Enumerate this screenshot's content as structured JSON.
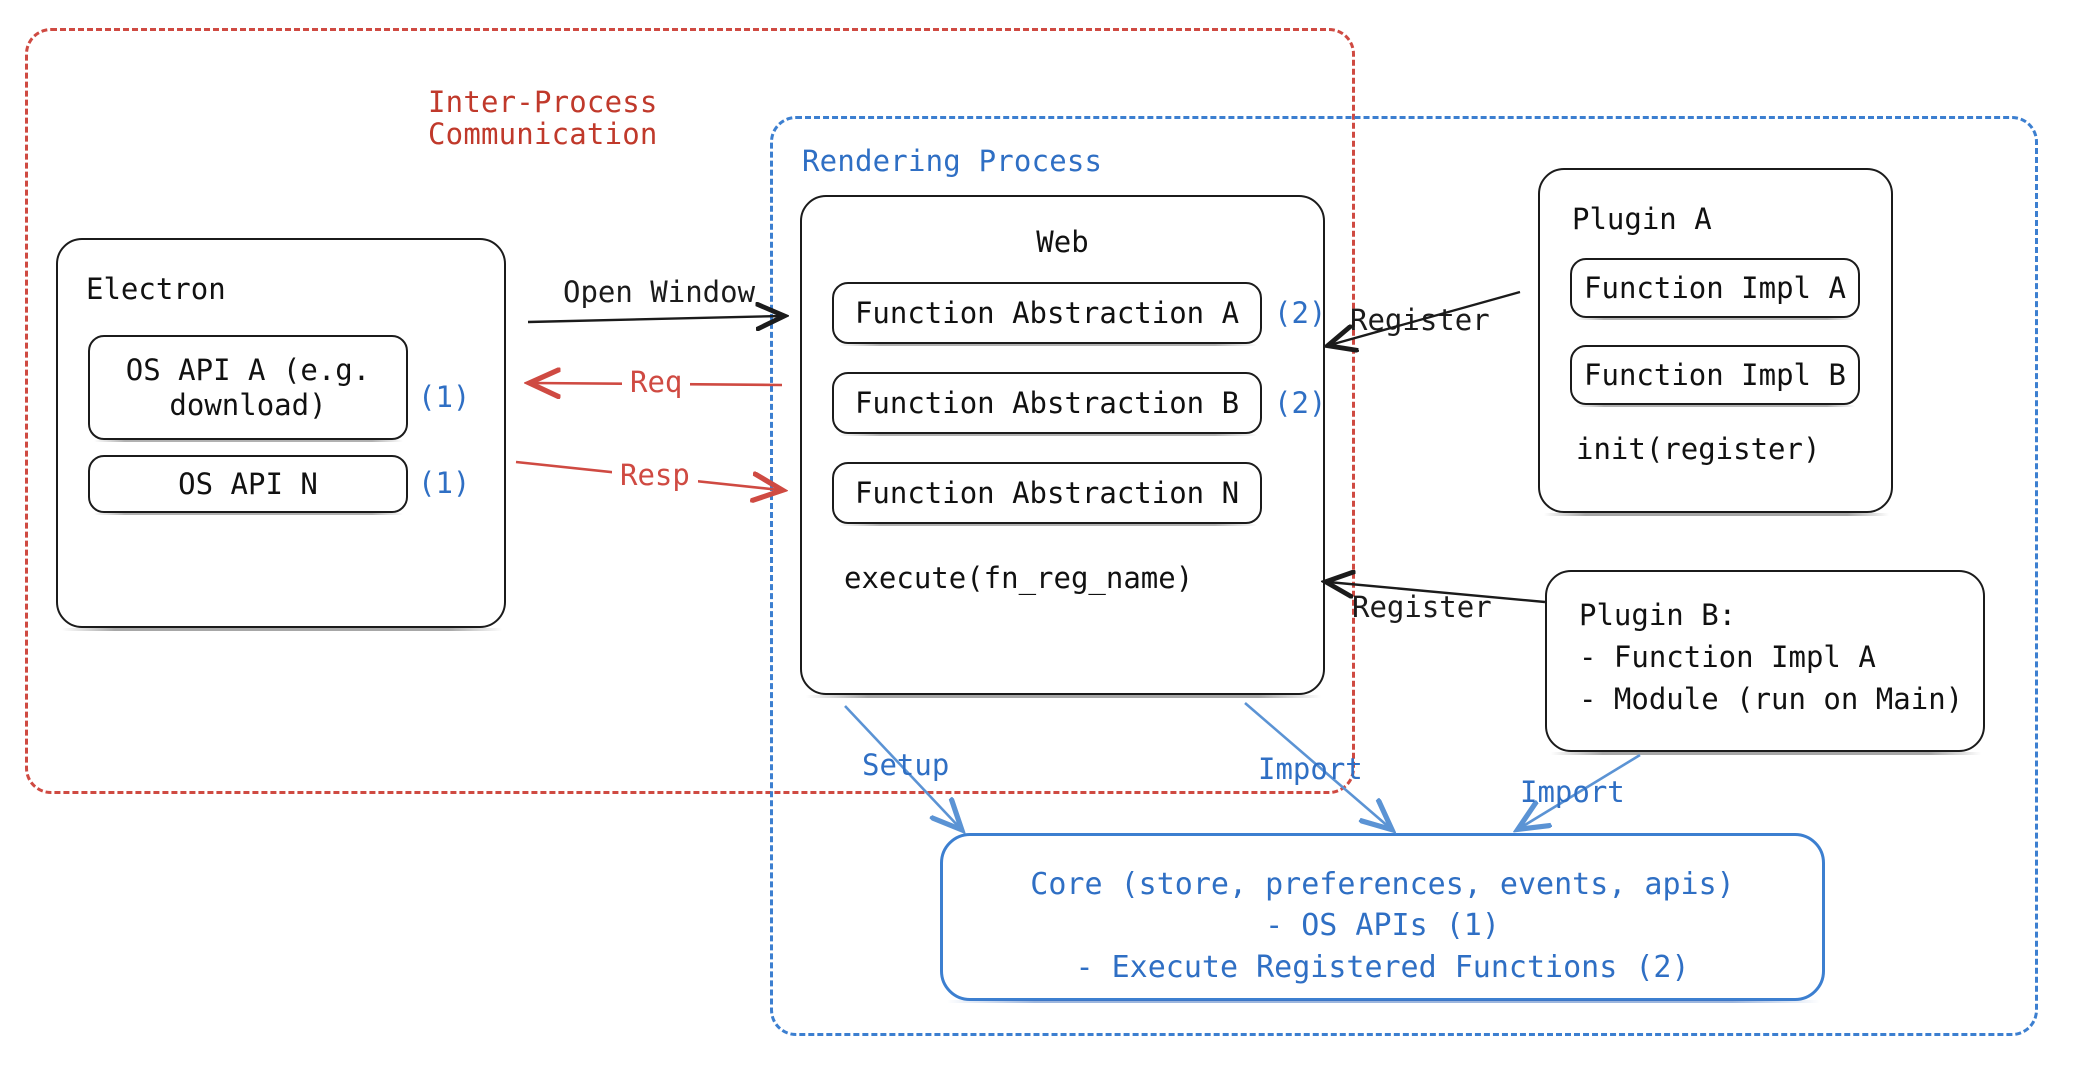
{
  "zones": {
    "ipc": {
      "label": "Inter-Process\nCommunication",
      "color": "#c0392b"
    },
    "rendering": {
      "label": "Rendering Process",
      "color": "#2f6fc4"
    }
  },
  "electron": {
    "title": "Electron",
    "apis": [
      {
        "label": "OS API A (e.g.\ndownload)",
        "marker": "(1)"
      },
      {
        "label": "OS API N",
        "marker": "(1)"
      }
    ]
  },
  "web": {
    "title": "Web",
    "abstractions": [
      {
        "label": "Function Abstraction A",
        "marker": "(2)"
      },
      {
        "label": "Function Abstraction B",
        "marker": "(2)"
      },
      {
        "label": "Function Abstraction N",
        "marker": ""
      }
    ],
    "footer": "execute(fn_reg_name)"
  },
  "plugin_a": {
    "title": "Plugin A",
    "impls": [
      "Function Impl A",
      "Function Impl B"
    ],
    "footer": "init(register)"
  },
  "plugin_b": {
    "lines": "Plugin B:\n- Function Impl A\n- Module (run on Main)"
  },
  "core": {
    "text": "Core (store, preferences, events, apis)\n- OS APIs (1)\n- Execute Registered Functions (2)",
    "color": "#2f6fc4"
  },
  "edges": {
    "open_window": "Open Window",
    "req": "Req",
    "resp": "Resp",
    "register_a": "Register",
    "register_b": "Register",
    "setup": "Setup",
    "import_web": "Import",
    "import_plugin": "Import"
  },
  "colors": {
    "red": "#cf4a42",
    "blue": "#2f6fc4",
    "black": "#1b1b1b"
  }
}
